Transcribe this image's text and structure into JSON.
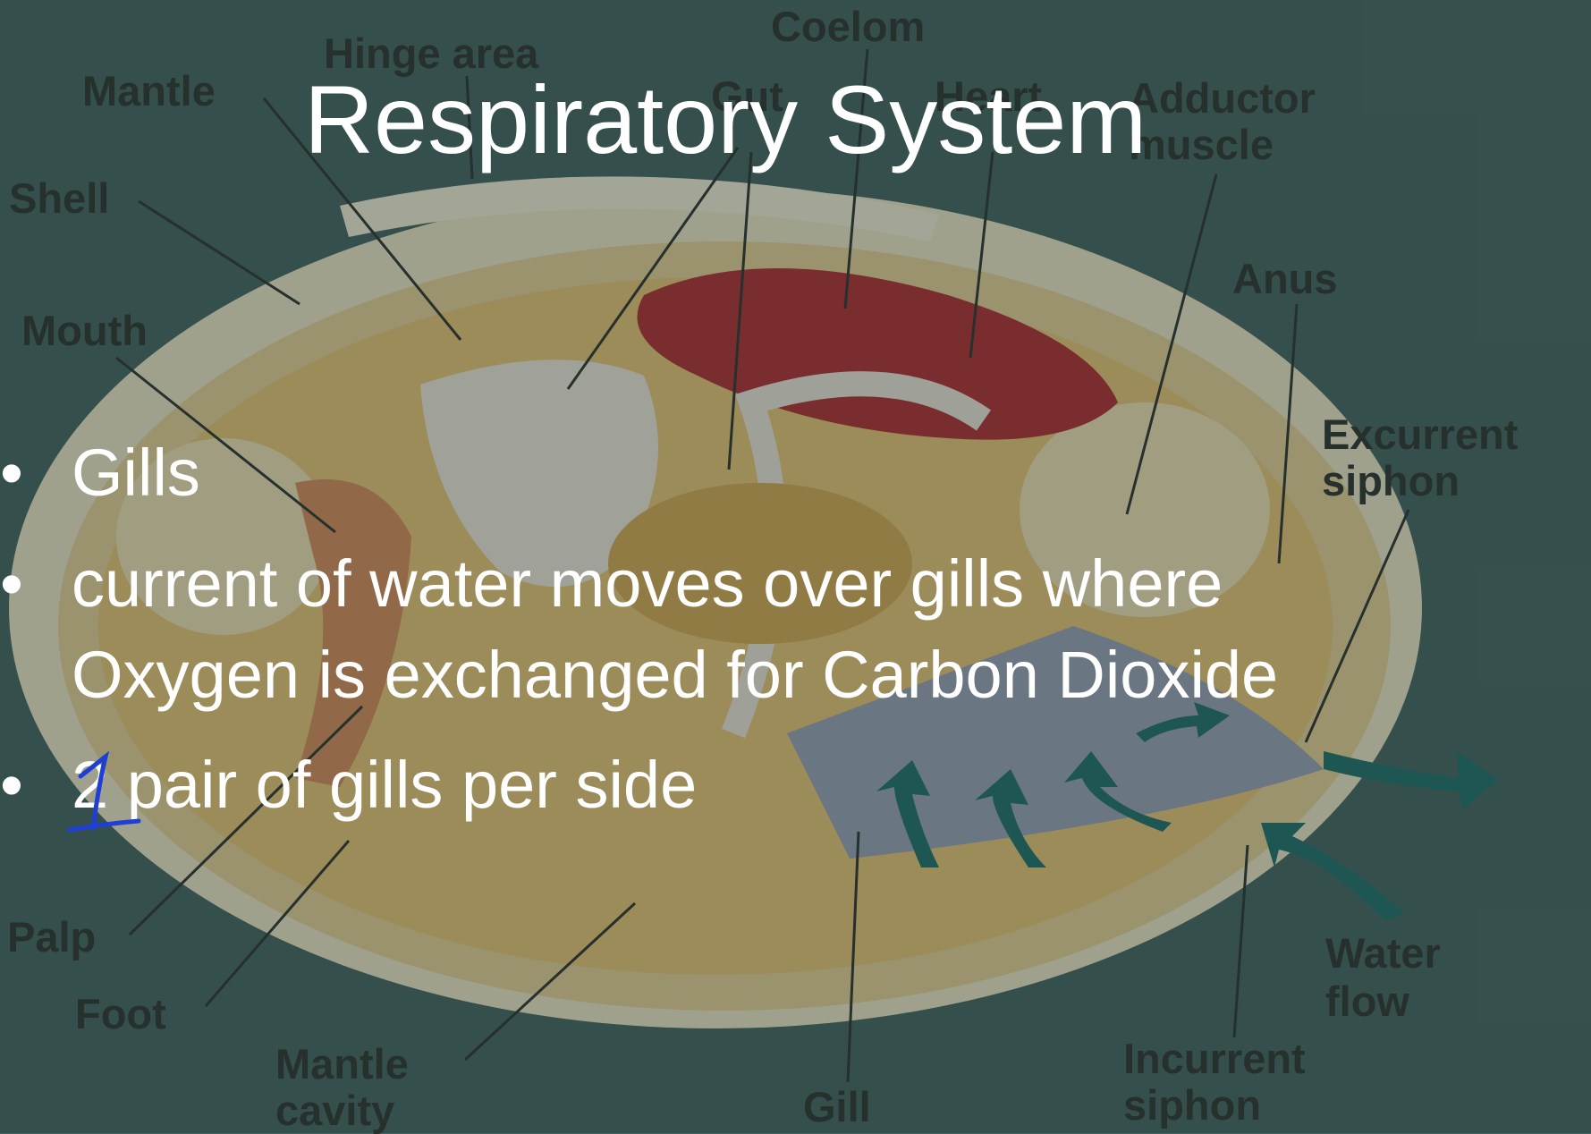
{
  "slide": {
    "title": "Respiratory System",
    "bullet_symbol": "•",
    "bullets": [
      {
        "lines": [
          "Gills"
        ]
      },
      {
        "lines": [
          "current of water moves over gills where",
          "Oxygen is exchanged for Carbon Dioxide"
        ]
      },
      {
        "number": "2",
        "rest": " pair of gills per side"
      }
    ],
    "handwritten_correction": "1"
  },
  "diagram": {
    "labels": {
      "mantle": "Mantle",
      "hinge_area": "Hinge area",
      "coelom": "Coelom",
      "gut": "Gut",
      "heart": "Heart",
      "adductor_muscle": [
        "Adductor",
        "muscle"
      ],
      "shell": "Shell",
      "anus": "Anus",
      "mouth": "Mouth",
      "excurrent_siphon": [
        "Excurrent",
        "siphon"
      ],
      "palp": "Palp",
      "foot": "Foot",
      "water_flow": [
        "Water",
        "flow"
      ],
      "mantle_cavity": [
        "Mantle",
        "cavity"
      ],
      "gill": "Gill",
      "incurrent_siphon": [
        "Incurrent",
        "siphon"
      ]
    }
  },
  "colors": {
    "background": "#44625f",
    "shell": "#e8d5a8",
    "heart": "#b32a2f",
    "gill": "#9aa1b5",
    "arrows": "#1f6d6b",
    "text": "#ffffff",
    "pen": "#1d3fd6"
  }
}
